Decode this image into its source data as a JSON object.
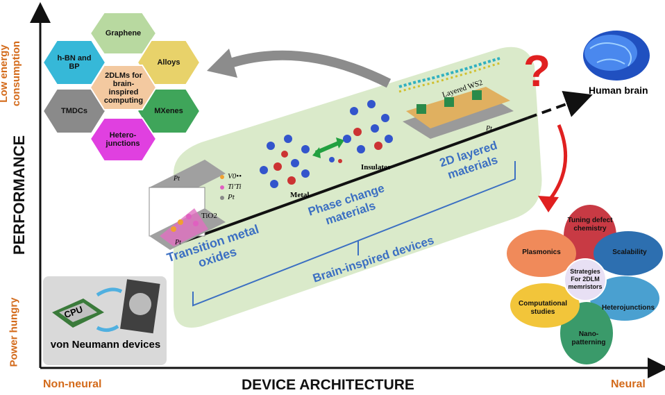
{
  "axes": {
    "y_title": "PERFORMANCE",
    "y_top": "Low energy consumption",
    "y_bottom": "Power hungry",
    "x_title": "DEVICE ARCHITECTURE",
    "x_left": "Non-neural",
    "x_right": "Neural"
  },
  "hexagons": {
    "center": "2DLMs for brain-inspired computing",
    "items": [
      {
        "label": "Graphene",
        "color": "#b8d9a0"
      },
      {
        "label": "Alloys",
        "color": "#e8d26a"
      },
      {
        "label": "MXenes",
        "color": "#3fa55a"
      },
      {
        "label": "Hetero-junctions",
        "color": "#e040e0"
      },
      {
        "label": "TMDCs",
        "color": "#8a8a8a"
      },
      {
        "label": "h-BN and BP",
        "color": "#36b8d8"
      }
    ],
    "center_color": "#f3c9a0"
  },
  "panel": {
    "tmo_label": "Transition metal oxides",
    "pcm_label": "Phase change materials",
    "twod_label": "2D layered materials",
    "brain_devices": "Brain-inspired devices",
    "metal": "Metal",
    "insulator": "Insulator",
    "layered_ws2": "Layered WS2",
    "pt": "Pt",
    "tio2": "TiO2",
    "legend": [
      "V0••",
      "Ti′Ti",
      "Pt"
    ]
  },
  "von_neumann": {
    "cpu": "CPU",
    "label": "von Neumann devices"
  },
  "human_brain": "Human brain",
  "question_mark": "?",
  "flower": {
    "center": "Strategies For 2DLM memristors",
    "petals": [
      {
        "label": "Tuning defect chemistry",
        "color": "#c83a44"
      },
      {
        "label": "Scalability",
        "color": "#2d6fb0"
      },
      {
        "label": "Heterojunctions",
        "color": "#4aa0d0"
      },
      {
        "label": "Nano-patterning",
        "color": "#3a9a6a"
      },
      {
        "label": "Computational studies",
        "color": "#f2c53a"
      },
      {
        "label": "Plasmonics",
        "color": "#f08a5a"
      }
    ]
  }
}
